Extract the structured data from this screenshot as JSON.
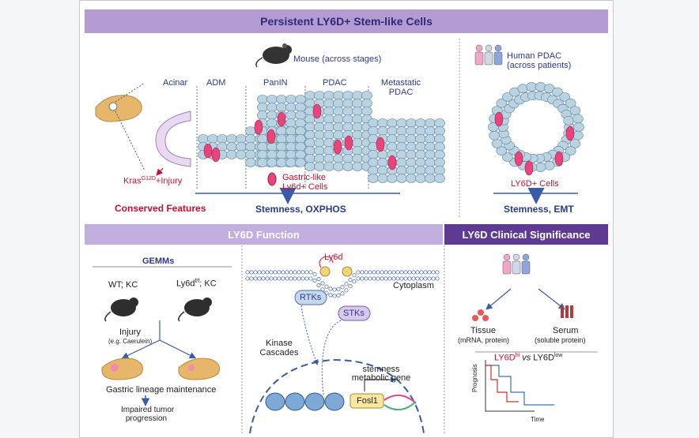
{
  "top": {
    "title": "Persistent LY6D+ Stem-like Cells",
    "mouse_label": "Mouse (across stages)",
    "stages": [
      "Acinar",
      "ADM",
      "PanIN",
      "PDAC",
      "Metastatic PDAC"
    ],
    "stage_metastatic_line1": "Metastatic",
    "stage_metastatic_line2": "PDAC",
    "kras_prefix": "Kras",
    "kras_sup": "G12D",
    "kras_suffix": "+Injury",
    "gastric_line1": "Gastric-like",
    "gastric_line2": "Ly6d+ Cells",
    "conserved_features": "Conserved Features",
    "stemness_oxphos": "Stemness, OXPHOS",
    "human_line1": "Human PDAC",
    "human_line2": "(across patients)",
    "ly6d_cells": "LY6D+ Cells",
    "stemness_emt": "Stemness, EMT"
  },
  "function": {
    "title": "LY6D Function",
    "gemms": "GEMMs",
    "wt_kc": "WT; KC",
    "ly6d_prefix": "Ly6d",
    "ly6d_sup": "f/f",
    "ly6d_suffix": "; KC",
    "injury": "Injury",
    "injury_example": "(e.g. Caerulein)",
    "gastric_maintenance": "Gastric lineage maintenance",
    "impaired_line1": "Impaired tumor",
    "impaired_line2": "progression",
    "ly6d": "Ly6d",
    "cytoplasm": "Cytoplasm",
    "rtks": "RTKs",
    "stks": "STKs",
    "kinase_line1": "Kinase",
    "kinase_line2": "Cascades",
    "gene_line1": "stemness",
    "gene_line2": "metabolic gene",
    "fosl1": "Fosl1"
  },
  "clinical": {
    "title": "LY6D Clinical Significance",
    "tissue": "Tissue",
    "tissue_sub": "(mRNA, protein)",
    "serum": "Serum",
    "serum_sub": "(soluble protein)",
    "ly6d_a": "LY6D",
    "hi_sup": "hi",
    "vs": " vs ",
    "ly6d_b": "LY6D",
    "low_sup": "low",
    "prognosis": "Prognosis",
    "time": "Time"
  },
  "colors": {
    "title_band": "#b49bd1",
    "function_band": "#c3aee0",
    "clinical_band": "#5e3a92",
    "cell_fill": "#b9d3e3",
    "gastric_cell": "#e8457a",
    "accent_red": "#c8102e",
    "text_blue": "#2b3a8c",
    "km_red": "#d32f2f",
    "km_blue": "#3b6fb6"
  },
  "icons": [
    "mouse-icon",
    "people-icon",
    "pancreas-icon",
    "tube-icon",
    "arrow-down-icon"
  ]
}
